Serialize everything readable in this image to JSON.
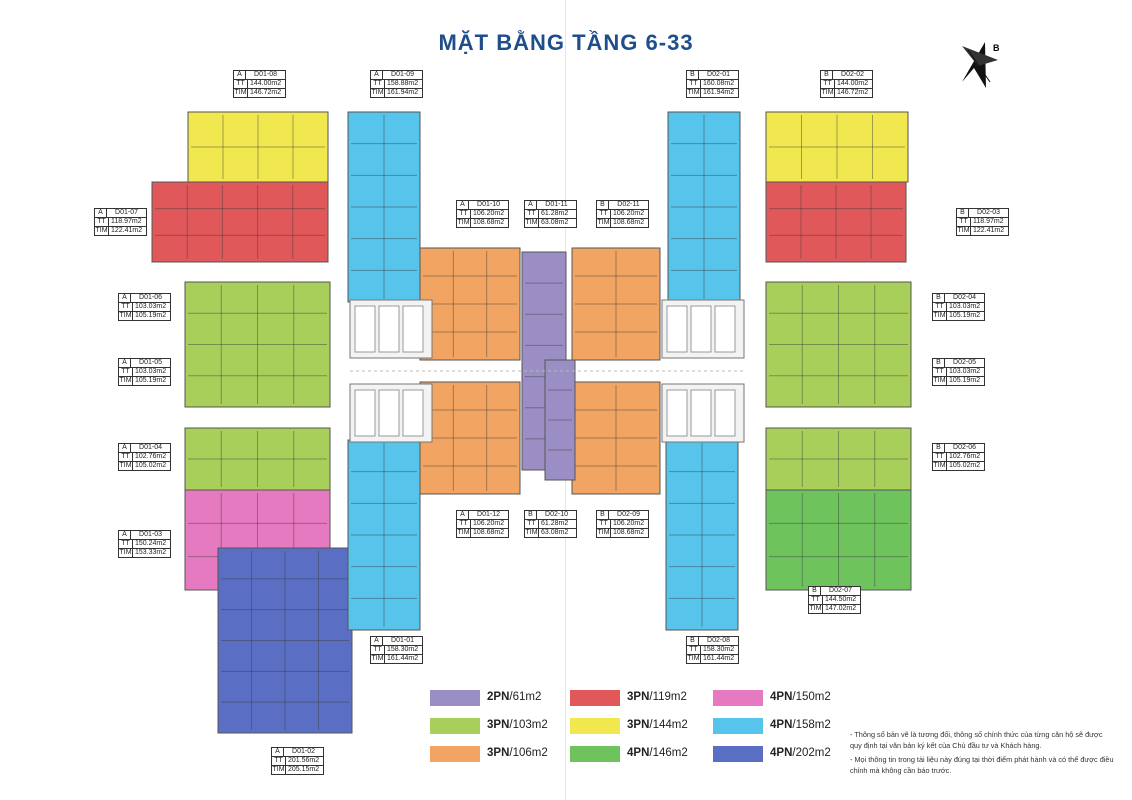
{
  "title": "MẶT BẰNG TẦNG 6-33",
  "compass": {
    "icon": "compass-north-arrow-icon",
    "letter": "B"
  },
  "colors": {
    "purple": "#9b8ec4",
    "green_light": "#a8cf5a",
    "orange": "#f2a562",
    "red": "#e0585a",
    "yellow": "#f0e84e",
    "green": "#6fc35d",
    "pink": "#e57ac0",
    "blue": "#57c4ec",
    "navy": "#5a6fc4"
  },
  "units": [
    {
      "block": "A",
      "code": "D01-08",
      "tt": "144.00m2",
      "tim": "146.72m2"
    },
    {
      "block": "A",
      "code": "D01-09",
      "tt": "158.88m2",
      "tim": "161.94m2"
    },
    {
      "block": "B",
      "code": "D02-01",
      "tt": "160.08m2",
      "tim": "161.94m2"
    },
    {
      "block": "B",
      "code": "D02-02",
      "tt": "144.00m2",
      "tim": "146.72m2"
    },
    {
      "block": "A",
      "code": "D01-07",
      "tt": "118.97m2",
      "tim": "122.41m2"
    },
    {
      "block": "A",
      "code": "D01-10",
      "tt": "106.20m2",
      "tim": "108.68m2"
    },
    {
      "block": "A",
      "code": "D01-11",
      "tt": "61.28m2",
      "tim": "63.08m2"
    },
    {
      "block": "B",
      "code": "D02-11",
      "tt": "106.20m2",
      "tim": "108.68m2"
    },
    {
      "block": "B",
      "code": "D02-03",
      "tt": "118.97m2",
      "tim": "122.41m2"
    },
    {
      "block": "A",
      "code": "D01-06",
      "tt": "103.03m2",
      "tim": "105.19m2"
    },
    {
      "block": "B",
      "code": "D02-04",
      "tt": "103.03m2",
      "tim": "105.19m2"
    },
    {
      "block": "A",
      "code": "D01-05",
      "tt": "103.03m2",
      "tim": "105.19m2"
    },
    {
      "block": "B",
      "code": "D02-05",
      "tt": "103.03m2",
      "tim": "105.19m2"
    },
    {
      "block": "A",
      "code": "D01-04",
      "tt": "102.76m2",
      "tim": "105.02m2"
    },
    {
      "block": "B",
      "code": "D02-06",
      "tt": "102.76m2",
      "tim": "105.02m2"
    },
    {
      "block": "A",
      "code": "D01-12",
      "tt": "106.20m2",
      "tim": "108.68m2"
    },
    {
      "block": "B",
      "code": "D02-10",
      "tt": "61.28m2",
      "tim": "63.08m2"
    },
    {
      "block": "B",
      "code": "D02-09",
      "tt": "106.20m2",
      "tim": "108.68m2"
    },
    {
      "block": "A",
      "code": "D01-03",
      "tt": "150.24m2",
      "tim": "153.33m2"
    },
    {
      "block": "B",
      "code": "D02-07",
      "tt": "144.50m2",
      "tim": "147.02m2"
    },
    {
      "block": "A",
      "code": "D01-01",
      "tt": "158.30m2",
      "tim": "161.44m2"
    },
    {
      "block": "B",
      "code": "D02-08",
      "tt": "158.30m2",
      "tim": "161.44m2"
    },
    {
      "block": "A",
      "code": "D01-02",
      "tt": "201.56m2",
      "tim": "205.15m2"
    }
  ],
  "tag_labels": {
    "tt": "TT",
    "tim": "TIM"
  },
  "legend": [
    {
      "rooms": "2PN",
      "area": "61m2",
      "color": "#9b8ec4"
    },
    {
      "rooms": "3PN",
      "area": "119m2",
      "color": "#e0585a"
    },
    {
      "rooms": "4PN",
      "area": "150m2",
      "color": "#e57ac0"
    },
    {
      "rooms": "3PN",
      "area": "103m2",
      "color": "#a8cf5a"
    },
    {
      "rooms": "3PN",
      "area": "144m2",
      "color": "#f0e84e"
    },
    {
      "rooms": "4PN",
      "area": "158m2",
      "color": "#57c4ec"
    },
    {
      "rooms": "3PN",
      "area": "106m2",
      "color": "#f2a562"
    },
    {
      "rooms": "4PN",
      "area": "146m2",
      "color": "#6fc35d"
    },
    {
      "rooms": "4PN",
      "area": "202m2",
      "color": "#5a6fc4"
    }
  ],
  "notes": [
    "- Thông số bản vẽ là tương đối, thông số chính thức của từng căn hộ sẽ được quy định tại văn bản ký kết của Chủ đầu tư và Khách hàng.",
    "- Mọi thông tin trong tài liệu này đúng tại thời điểm phát hành và có thể được điều chỉnh mà không cần báo trước."
  ]
}
